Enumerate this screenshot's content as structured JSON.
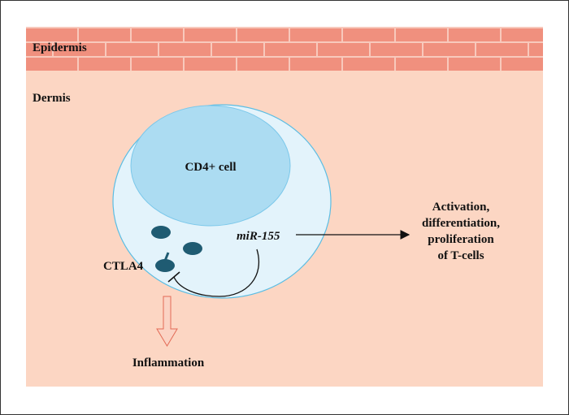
{
  "labels": {
    "epidermis": "Epidermis",
    "dermis": "Dermis",
    "cell": "CD4+ cell",
    "mirna": "miR-155",
    "receptor": "CTLA4",
    "inflammation": "Inflammation",
    "outcome": [
      "Activation,",
      "differentiation,",
      "proliferation",
      "of T-cells"
    ]
  },
  "colors": {
    "frame": "#333333",
    "epidermis_brick": "#f0907e",
    "epidermis_mortar": "#f8c9bc",
    "dermis": "#fcd6c3",
    "cell_outer": "#e3f3fb",
    "cell_inner": "#acdcf2",
    "cell_stroke": "#5bbde3",
    "receptor": "#1f5b72",
    "arrow": "#111111",
    "inflammation_arrow_fill": "#fbd3c4",
    "inflammation_arrow_stroke": "#e36a55"
  }
}
